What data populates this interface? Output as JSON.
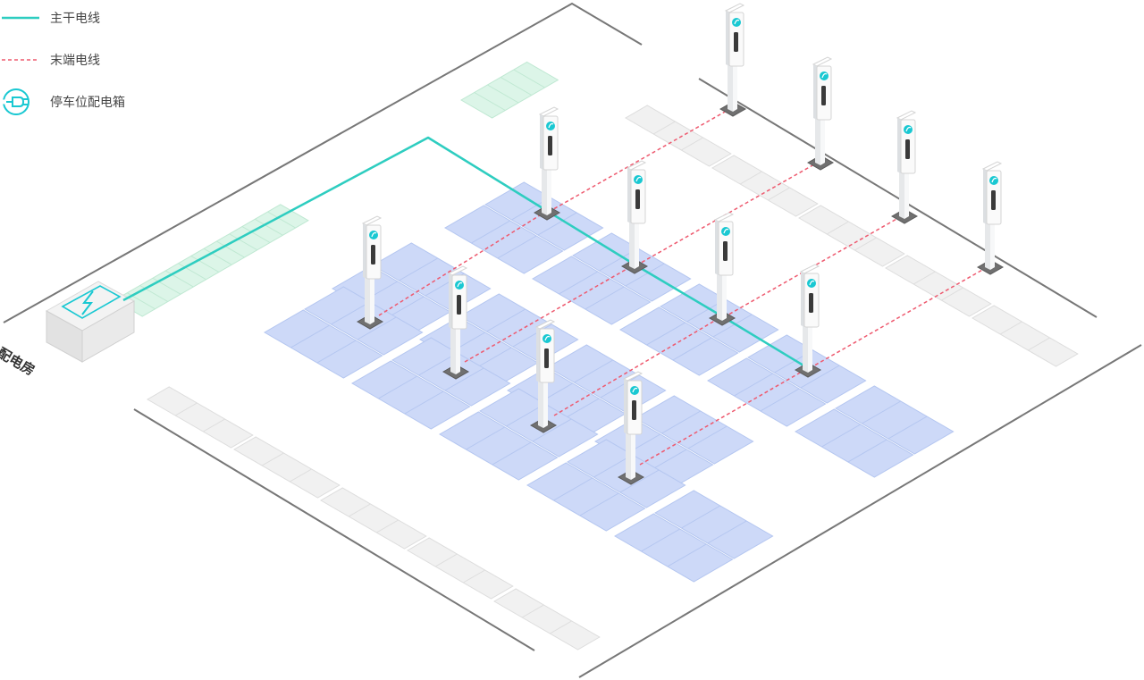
{
  "legend": {
    "items": [
      {
        "label": "主干电线",
        "kind": "trunk"
      },
      {
        "label": "末端电线",
        "kind": "terminal"
      },
      {
        "label": "停车位配电箱",
        "kind": "box"
      }
    ]
  },
  "room_label": "配电房",
  "colors": {
    "trunk": "#2ecdc0",
    "terminal": "#ee5a6f",
    "accent": "#19c8d2",
    "parking_blue": "#cdd9f8",
    "parking_green": "#dcf5e8",
    "parking_gray": "#f1f1f1",
    "boundary": "#777777"
  },
  "icons": {
    "box": "plug-icon",
    "room": "lightning-icon",
    "charger": "leaf-icon"
  }
}
